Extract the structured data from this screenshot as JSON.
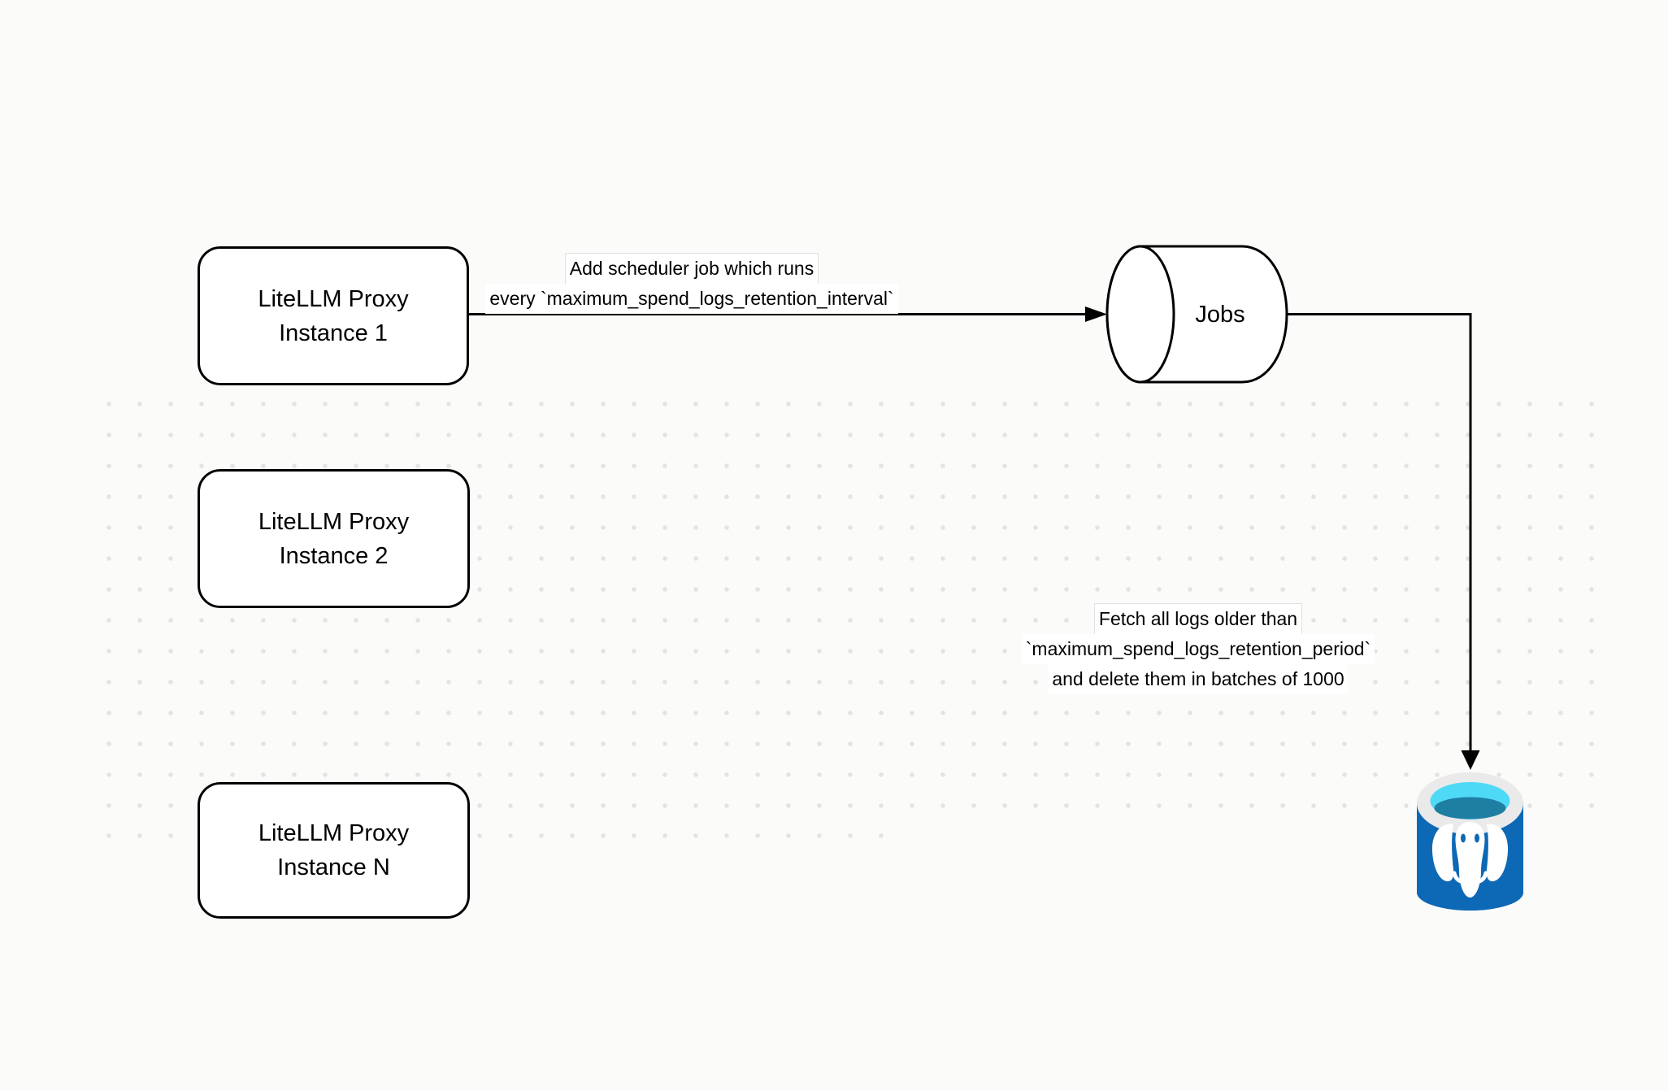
{
  "diagram": {
    "background_color": "#fbfbfa",
    "dot_color": "#e3e3e3",
    "stroke_color": "#000000",
    "nodes": {
      "proxy1": {
        "line1": "LiteLLM Proxy",
        "line2": "Instance 1"
      },
      "proxy2": {
        "line1": "LiteLLM Proxy",
        "line2": "Instance 2"
      },
      "proxyN": {
        "line1": "LiteLLM Proxy",
        "line2": "Instance N"
      },
      "jobs_queue": {
        "label": "Jobs"
      },
      "postgres_db": {
        "icon": "azure-postgresql-database-icon",
        "colors": {
          "body": "#0d68b5",
          "rim": "#eaeaea",
          "water": "#4ed9f7",
          "water_deep": "#1f7fa3",
          "elephant": "#ffffff"
        }
      }
    },
    "edge_labels": {
      "scheduler_job": {
        "line1": "Add scheduler job which runs",
        "line2": "every `maximum_spend_logs_retention_interval`"
      },
      "fetch_delete": {
        "line1": "Fetch all logs older than",
        "line2": "`maximum_spend_logs_retention_period`",
        "line3": "and delete them in batches of 1000"
      }
    }
  }
}
